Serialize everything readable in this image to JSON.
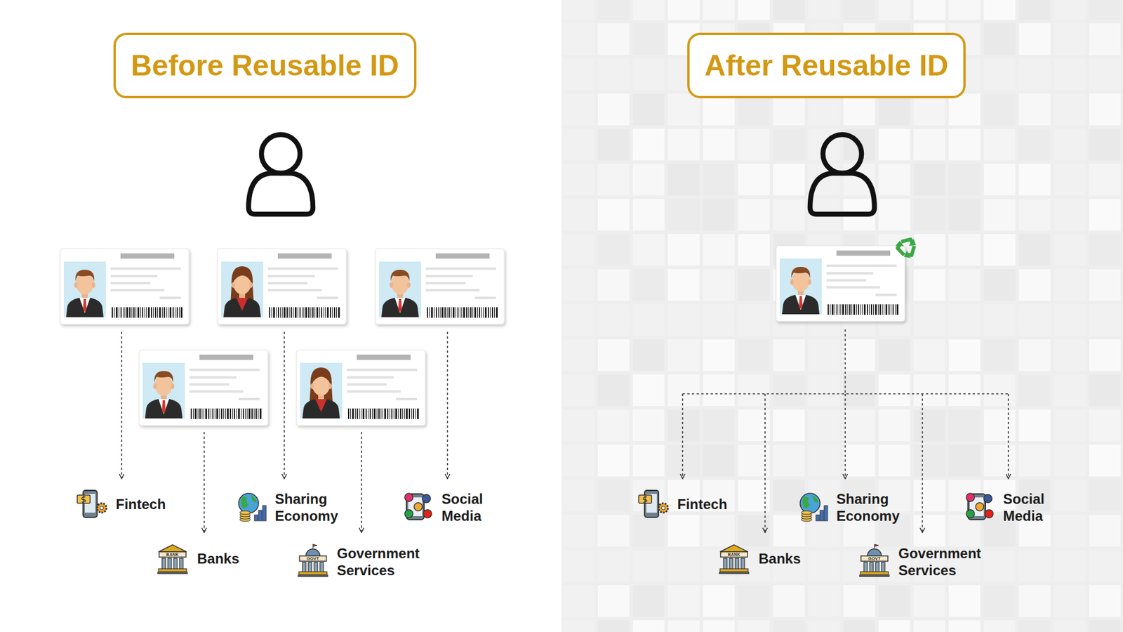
{
  "diagram": {
    "nodes": [
      {
        "text": [
          "Before Reusable ID"
        ]
      },
      {
        "text": [
          "After Reusable ID"
        ]
      }
    ],
    "labels": [
      "Fintech",
      "Sharing Economy",
      "Social Media",
      "BANK",
      "Banks",
      "GOVT",
      "Government Services",
      "Fintech",
      "Sharing Economy",
      "Social Media",
      "BANK",
      "Banks",
      "GOVT",
      "Government Services"
    ]
  }
}
